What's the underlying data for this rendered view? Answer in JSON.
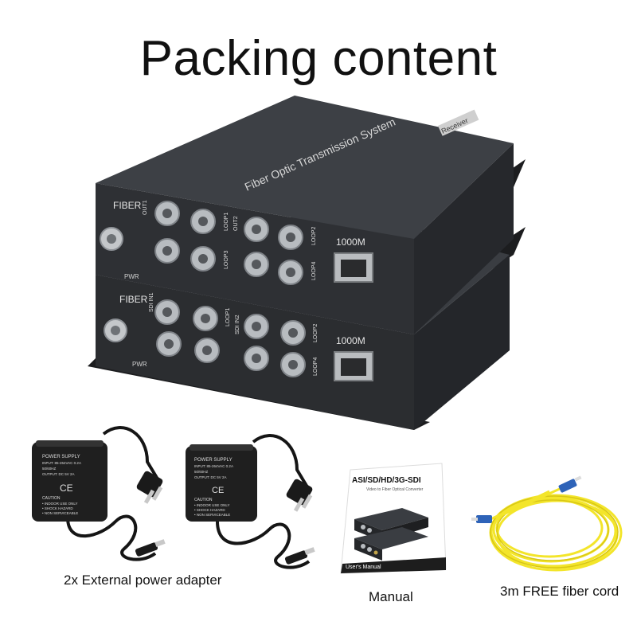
{
  "title": "Packing content",
  "device": {
    "top_label": "Fiber Optic Transmission System",
    "badge": "Receiver",
    "fiber_label": "FIBER",
    "ethernet_label": "1000M",
    "pwr_label": "PWR",
    "top_ports": [
      "OUT1",
      "LOOP1",
      "OUT2",
      "LOOP2",
      "LOOP3",
      "LOOP4"
    ],
    "bottom_ports": [
      "SDI IN1",
      "LOOP1",
      "SDI IN2",
      "LOOP2",
      "LOOP4"
    ]
  },
  "adapter": {
    "label_lines": [
      "POWER SUPPLY",
      "INPUT: 85-264VAC 0.2A",
      "50/60HZ",
      "OUTPUT: DC 5V 2A",
      "CAUTION",
      "• INDOOR USE ONLY",
      "• SHOCK HAZARD",
      "• NON SERVICEABLE"
    ],
    "ce_mark": "CE"
  },
  "manual": {
    "title": "ASI/SD/HD/3G-SDI",
    "subtitle": "Video to Fiber Optical Converter",
    "footer": "User's Manual"
  },
  "captions": {
    "adapter": "2x External power adapter",
    "manual": "Manual",
    "fiber": "3m FREE fiber cord"
  },
  "colors": {
    "chassis": "#2b2d30",
    "chassis_top": "#3a3d42",
    "bnc": "#b8bcc0",
    "fiber_cable": "#f3e52a",
    "connector_blue": "#2e63b8"
  }
}
